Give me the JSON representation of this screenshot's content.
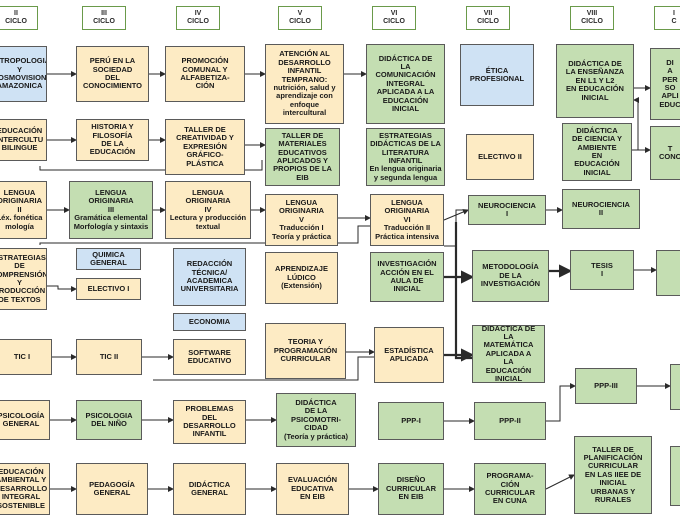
{
  "cycles": [
    {
      "num": "II",
      "label": "CICLO"
    },
    {
      "num": "III",
      "label": "CICLO"
    },
    {
      "num": "IV",
      "label": "CICLO"
    },
    {
      "num": "V",
      "label": "CICLO"
    },
    {
      "num": "VI",
      "label": "CICLO"
    },
    {
      "num": "VII",
      "label": "CICLO"
    },
    {
      "num": "VIII",
      "label": "CICLO"
    },
    {
      "num": "I",
      "label": "C"
    }
  ],
  "courses": [
    {
      "id": "c2-antro",
      "text": "ANTROPOLOGIA\nY\nCOSMOVISION\nAMAZONICA",
      "color": "b"
    },
    {
      "id": "c2-educ",
      "text": "EDUCACIÓN\nINTERCULTU\nBILINGUE",
      "color": "y"
    },
    {
      "id": "c2-lengua",
      "text": "LENGUA\nORIGINARIA\nII\nLéx. fonética\nmología",
      "color": "y"
    },
    {
      "id": "c2-estrat",
      "text": "ESTRATEGIAS\nDE\nCOMPRENSIÓN\nY\nPRODUCCIÓN\nDE TEXTOS",
      "color": "y"
    },
    {
      "id": "c2-tic",
      "text": "TIC I",
      "color": "y"
    },
    {
      "id": "c2-psico",
      "text": "PSICOLOGÍA\nGENERAL",
      "color": "y"
    },
    {
      "id": "c2-ambiental",
      "text": "EDUCACIÓN\nAMBIENTAL Y\nDESARROLLO\nINTEGRAL\nSOSTENIBLE",
      "color": "y"
    },
    {
      "id": "c3-peru",
      "text": "PERÚ EN LA\nSOCIEDAD\nDEL\nCONOCIMIENTO",
      "color": "y"
    },
    {
      "id": "c3-historia",
      "text": "HISTORIA Y\nFILOSOFÍA\nDE LA\nEDUCACIÓN",
      "color": "y"
    },
    {
      "id": "c3-lengua",
      "text": "LENGUA\nORIGINARIA\nIII\nGramática elemental\nMorfología y sintaxis",
      "color": "g"
    },
    {
      "id": "c3-quimica",
      "text": "QUIMICA\nGENERAL",
      "color": "b"
    },
    {
      "id": "c3-electivo",
      "text": "ELECTIVO I",
      "color": "y"
    },
    {
      "id": "c3-tic",
      "text": "TIC II",
      "color": "y"
    },
    {
      "id": "c3-psico",
      "text": "PSICOLOGIA\nDEL NIÑO",
      "color": "g"
    },
    {
      "id": "c3-pedag",
      "text": "PEDAGOGÍA\nGENERAL",
      "color": "y"
    },
    {
      "id": "c4-promo",
      "text": "PROMOCIÓN\nCOMUNAL Y\nALFABETIZA-\nCIÓN",
      "color": "y"
    },
    {
      "id": "c4-taller",
      "text": "TALLER DE\nCREATIVIDAD Y\nEXPRESIÓN\nGRÁFICO-\nPLÁSTICA",
      "color": "y"
    },
    {
      "id": "c4-lengua",
      "text": "LENGUA\nORIGINARIA\nIV\nLectura y producción\ntextual",
      "color": "y"
    },
    {
      "id": "c4-redac",
      "text": "REDACCIÓN\nTÉCNICA/\nACADEMICA\nUNIVERSITARIA",
      "color": "b"
    },
    {
      "id": "c4-econ",
      "text": "ECONOMIA",
      "color": "b"
    },
    {
      "id": "c4-soft",
      "text": "SOFTWARE\nEDUCATIVO",
      "color": "y"
    },
    {
      "id": "c4-problemas",
      "text": "PROBLEMAS\nDEL\nDESARROLLO\nINFANTIL",
      "color": "y"
    },
    {
      "id": "c4-didgen",
      "text": "DIDÁCTICA\nGENERAL",
      "color": "y"
    },
    {
      "id": "c5-atencion",
      "text": "ATENCIÓN AL\nDESARROLLO\nINFANTIL\nTEMPRANO:\nnutrición, salud y\naprendizaje con\nenfoque intercultural",
      "color": "y"
    },
    {
      "id": "c5-materiales",
      "text": "TALLER DE\nMATERIALES\nEDUCATIVOS\nAPLICADOS Y\nPROPIOS  DE LA\nEIB",
      "color": "g"
    },
    {
      "id": "c5-lengua",
      "text": "LENGUA\nORIGINARIA\nV\nTraducción I\nTeoría y práctica",
      "color": "y"
    },
    {
      "id": "c5-ludico",
      "text": "APRENDIZAJE\nLÚDICO\n(Extensión)",
      "color": "y"
    },
    {
      "id": "c5-teoria",
      "text": "TEORIA Y\nPROGRAMACIÓN\nCURRICULAR",
      "color": "y"
    },
    {
      "id": "c5-psicomot",
      "text": "DIDÁCTICA\nDE LA\nPSICOMOTRI-\nCIDAD\n(Teoría y práctica)",
      "color": "g"
    },
    {
      "id": "c5-evaluacion",
      "text": "EVALUACIÓN\nEDUCATIVA\nEN EIB",
      "color": "y"
    },
    {
      "id": "c6-didcom",
      "text": "DIDÁCTICA DE\nLA\nCOMUNICACIÓN\nINTEGRAL\nAPLICADA A LA\nEDUCACIÓN\nINICIAL",
      "color": "g"
    },
    {
      "id": "c6-estrat",
      "text": "ESTRATEGIAS\nDIDÁCTICAS DE LA\nLITERATURA\nINFANTIL\nEn lengua originaria\ny segunda lengua",
      "color": "g"
    },
    {
      "id": "c6-lengua",
      "text": "LENGUA\nORIGINARIA\nVI\nTraducción II\nPráctica intensiva",
      "color": "y"
    },
    {
      "id": "c6-invest",
      "text": "INVESTIGACIÓN\nACCIÓN EN EL\nAULA DE\nINICIAL",
      "color": "g"
    },
    {
      "id": "c6-estad",
      "text": "ESTADÍSTICA\nAPLICADA",
      "color": "y"
    },
    {
      "id": "c6-ppp1",
      "text": "PPP-I",
      "color": "g"
    },
    {
      "id": "c6-diseno",
      "text": "DISEÑO\nCURRICULAR\nEN EIB",
      "color": "g"
    },
    {
      "id": "c7-etica",
      "text": "ÉTICA\nPROFESIONAL",
      "color": "b"
    },
    {
      "id": "c7-electivo",
      "text": "ELECTIVO II",
      "color": "y"
    },
    {
      "id": "c7-neuro1",
      "text": "NEUROCIENCIA\nI",
      "color": "g"
    },
    {
      "id": "c7-metod",
      "text": "METODOLOGÍA\nDE LA\nINVESTIGACIÓN",
      "color": "g"
    },
    {
      "id": "c7-didmat",
      "text": "DIDÁCTICA DE\nLA\nMATEMÁTICA\nAPLICADA A\nLA\nEDUCACIÓN\nINICIAL",
      "color": "g"
    },
    {
      "id": "c7-ppp2",
      "text": "PPP-II",
      "color": "g"
    },
    {
      "id": "c7-program",
      "text": "PROGRAMA-\nCIÓN\nCURRICULAR\nEN CUNA",
      "color": "g"
    },
    {
      "id": "c8-didens",
      "text": "DIDÁCTICA DE\nLA ENSEÑANZA\nEN  L1 Y L2\nEN EDUCACIÓN\nINICIAL",
      "color": "g"
    },
    {
      "id": "c8-didcien",
      "text": "DIDÁCTICA\nDE CIENCIA Y\nAMBIENTE\nEN\nEDUCACIÓN\nINICIAL",
      "color": "g"
    },
    {
      "id": "c8-neuro2",
      "text": "NEUROCIENCIA\nII",
      "color": "g"
    },
    {
      "id": "c8-tesis",
      "text": "TESIS\nI",
      "color": "g"
    },
    {
      "id": "c8-ppp3",
      "text": "PPP-III",
      "color": "g"
    },
    {
      "id": "c8-tallerplan",
      "text": "TALLER DE\nPLANIFICACIÓN\nCURRICULAR\nEN LAS IIEE DE\nINICIAL\nURBANAS  Y\nRURALES",
      "color": "g"
    },
    {
      "id": "c9-a",
      "text": "DI\nA\nPER\nSO\nAPLI\nEDUC",
      "color": "g"
    },
    {
      "id": "c9-b",
      "text": "T\nCONC",
      "color": "g"
    },
    {
      "id": "c9-c",
      "text": "",
      "color": "g"
    },
    {
      "id": "c9-d",
      "text": "",
      "color": "g"
    },
    {
      "id": "c9-e",
      "text": "",
      "color": "g"
    }
  ]
}
